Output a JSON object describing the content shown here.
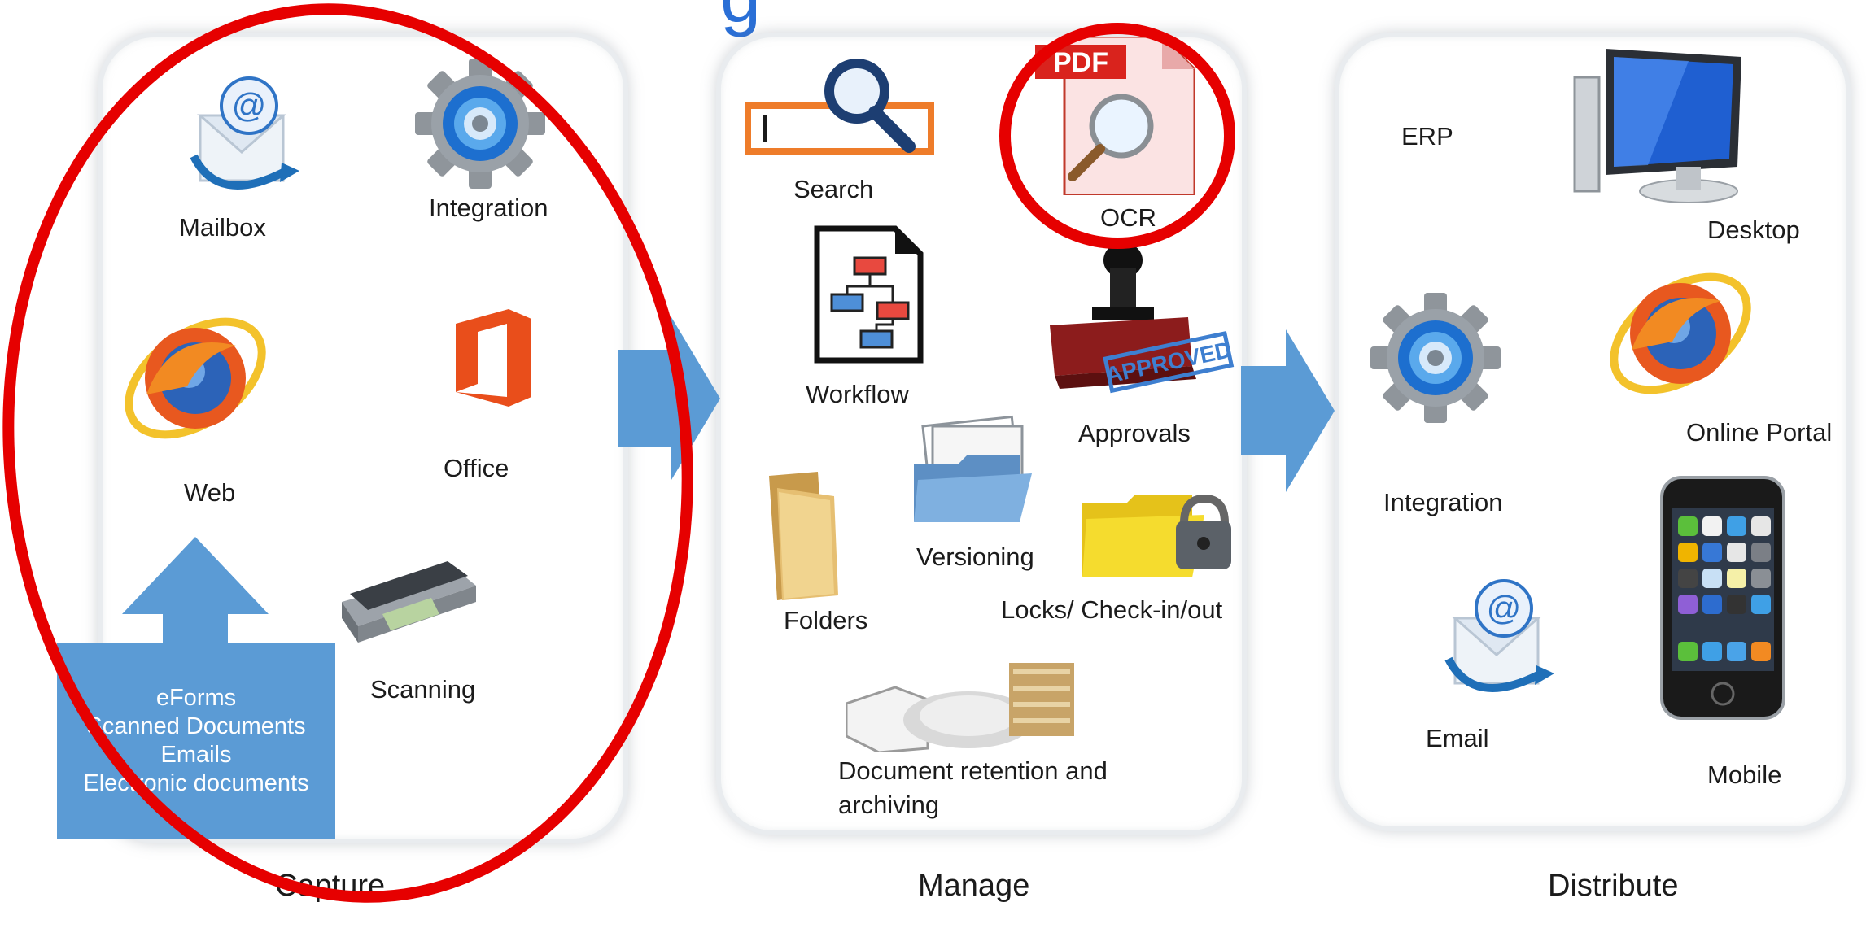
{
  "title_fragment": "g",
  "capture": {
    "caption": "Capture",
    "items": {
      "mailbox": "Mailbox",
      "integration": "Integration",
      "web": "Web",
      "office": "Office",
      "scanning": "Scanning"
    },
    "sources": [
      "eForms",
      "Scanned Documents",
      "Emails",
      "Electronic documents"
    ]
  },
  "manage": {
    "caption": "Manage",
    "items": {
      "search": "Search",
      "ocr": "OCR",
      "ocr_badge": "PDF",
      "workflow": "Workflow",
      "approvals": "Approvals",
      "stamp_text": "APPROVED",
      "versioning": "Versioning",
      "folders": "Folders",
      "locks": "Locks/ Check-in/out",
      "retention_1": "Document retention and",
      "retention_2": "archiving"
    }
  },
  "distribute": {
    "caption": "Distribute",
    "items": {
      "erp": "ERP",
      "desktop": "Desktop",
      "integration": "Integration",
      "portal": "Online Portal",
      "email": "Email",
      "mobile": "Mobile"
    }
  },
  "colors": {
    "arrow": "#5b9bd5",
    "highlight": "#e60000",
    "office": "#e94e1b",
    "search_bar": "#ee7c2a"
  }
}
